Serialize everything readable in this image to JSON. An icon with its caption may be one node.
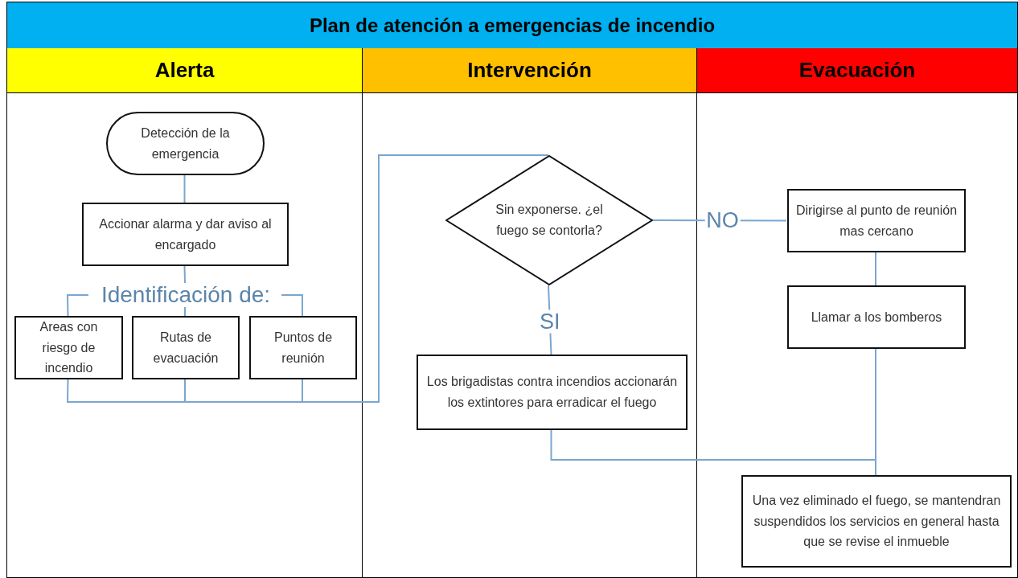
{
  "diagram": {
    "title": "Plan de atención a emergencias de incendio",
    "nodes": [
      {
        "text": [
          "Alerta"
        ]
      },
      {
        "text": [
          "Intervención"
        ]
      },
      {
        "text": [
          "Evacuación"
        ]
      },
      {
        "text": [
          "Detección de la emergencia"
        ],
        "in": 0
      },
      {
        "text": [
          "Accionar alarma y dar aviso al encargado"
        ],
        "in": 0
      },
      {
        "text": [
          "Identificación de:"
        ],
        "in": 0
      },
      {
        "text": [
          "Areas con riesgo de incendio"
        ],
        "in": 0
      },
      {
        "text": [
          "Rutas de evacuación"
        ],
        "in": 0
      },
      {
        "text": [
          "Puntos de reunión"
        ],
        "in": 0
      },
      {
        "text": [
          "Sin exponerse. ¿el fuego se contorla?"
        ],
        "in": 1
      },
      {
        "text": [
          "Los brigadistas contra incendios accionarán los extintores para erradicar el fuego"
        ],
        "in": 1
      },
      {
        "text": [
          "Dirigirse al punto de reunión mas cercano"
        ],
        "in": 2
      },
      {
        "text": [
          "Llamar a los bomberos"
        ],
        "in": 2
      },
      {
        "text": [
          "Una vez eliminado el fuego, se mantendran suspendidos los servicios en general hasta que se revise el inmueble"
        ],
        "in": 2
      }
    ],
    "edges": [
      {
        "from": 3,
        "to": 4,
        "arrow": "none"
      },
      {
        "from": 4,
        "to": 5,
        "arrow": "none"
      },
      {
        "from": 5,
        "to": 6,
        "arrow": "none"
      },
      {
        "from": 5,
        "to": 7,
        "arrow": "none"
      },
      {
        "from": 5,
        "to": 8,
        "arrow": "none"
      },
      {
        "from": 6,
        "to": 9,
        "arrow": "none"
      },
      {
        "from": 7,
        "to": 9,
        "arrow": "none"
      },
      {
        "from": 8,
        "to": 9,
        "arrow": "none"
      },
      {
        "from": 9,
        "to": 10,
        "arrow": "none",
        "label": "SI"
      },
      {
        "from": 9,
        "to": 11,
        "arrow": "none",
        "label": "NO"
      },
      {
        "from": 11,
        "to": 12,
        "arrow": "none"
      },
      {
        "from": 12,
        "to": 13,
        "arrow": "none"
      },
      {
        "from": 10,
        "to": 13,
        "arrow": "none"
      }
    ]
  }
}
